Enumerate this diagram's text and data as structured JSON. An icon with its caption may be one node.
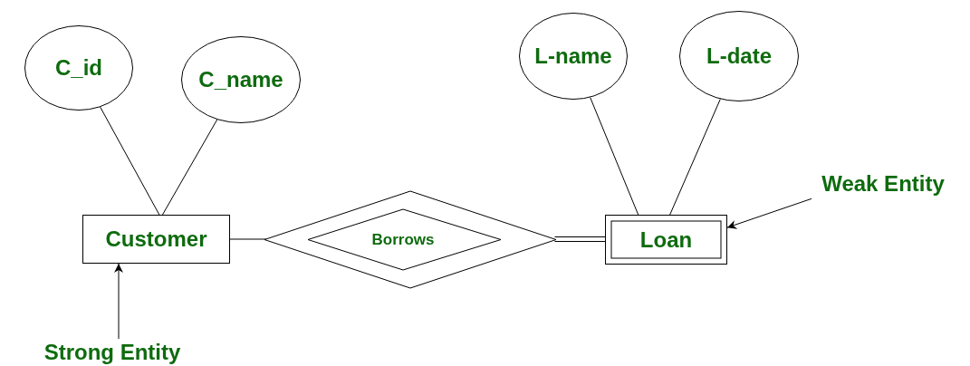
{
  "diagram": {
    "nodes": [
      {
        "text": [
          "C_id"
        ]
      },
      {
        "text": [
          "C_name"
        ]
      },
      {
        "text": [
          "L-name"
        ]
      },
      {
        "text": [
          "L-date"
        ]
      },
      {
        "text": [
          "Weak Entity"
        ]
      },
      {
        "text": [
          "Customer"
        ]
      },
      {
        "text": [
          "Borrows"
        ]
      },
      {
        "text": [
          "Loan"
        ]
      },
      {
        "text": [
          "Strong Entity"
        ]
      }
    ],
    "edges": [
      {
        "from": 0,
        "to": 5,
        "arrow": "none"
      },
      {
        "from": 1,
        "to": 5,
        "arrow": "none"
      },
      {
        "from": 2,
        "to": 7,
        "arrow": "none"
      },
      {
        "from": 3,
        "to": 7,
        "arrow": "none"
      },
      {
        "from": 5,
        "to": 6,
        "arrow": "none"
      },
      {
        "from": 6,
        "to": 7,
        "arrow": "none"
      },
      {
        "from": 4,
        "to": 7,
        "arrow": "to"
      },
      {
        "from": 8,
        "to": 5,
        "arrow": "to"
      }
    ]
  }
}
